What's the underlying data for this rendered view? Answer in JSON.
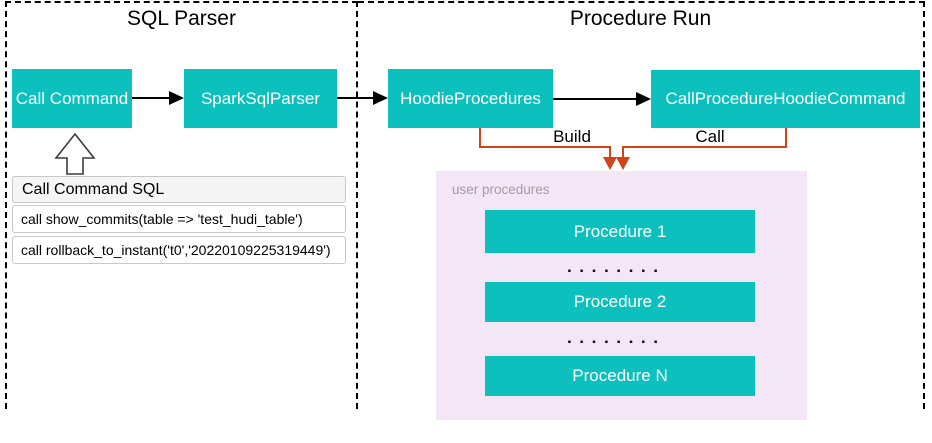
{
  "regions": {
    "sql_parser": {
      "title": "SQL Parser"
    },
    "procedure_run": {
      "title": "Procedure Run"
    }
  },
  "nodes": {
    "call_command": "Call Command",
    "spark_sql_parser": "SparkSqlParser",
    "hoodie_procedures": "HoodieProcedures",
    "call_procedure_hoodie_command": "CallProcedureHoodieCommand"
  },
  "sql_panel": {
    "title": "Call Command SQL",
    "statements": [
      "call show_commits(table => 'test_hudi_table')",
      "call rollback_to_instant('t0','20220109225319449')"
    ]
  },
  "edges": {
    "build_label": "Build",
    "call_label": "Call"
  },
  "procedures": {
    "label": "user procedures",
    "items": [
      "Procedure 1",
      "Procedure 2",
      "Procedure N"
    ],
    "ellipsis": "▪ ▪ ▪ ▪ ▪ ▪ ▪ ▪"
  },
  "colors": {
    "teal": "#0CC0BD",
    "orange": "#CF4418",
    "purple_fill": "#F3E6F7",
    "label_gray": "#A39BA3",
    "panel_border": "#C8C8C8",
    "panel_header_fill": "#F5F5F5"
  }
}
